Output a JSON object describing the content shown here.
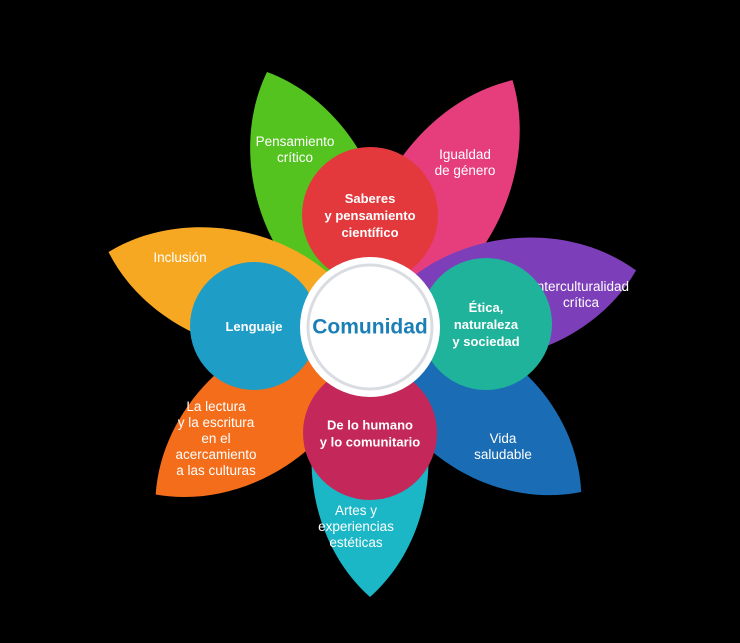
{
  "center": {
    "label": "Comunidad",
    "color": "#1b7fb7"
  },
  "petals": [
    {
      "id": "pensamiento",
      "lines": [
        "Pensamiento",
        "crítico"
      ],
      "color": "#54c31f"
    },
    {
      "id": "igualdad",
      "lines": [
        "Igualdad",
        "de género"
      ],
      "color": "#e63e7c"
    },
    {
      "id": "interculturalidad",
      "lines": [
        "Interculturalidad",
        "crítica"
      ],
      "color": "#7d3fb9"
    },
    {
      "id": "vida",
      "lines": [
        "Vida",
        "saludable"
      ],
      "color": "#1a6cb4"
    },
    {
      "id": "artes",
      "lines": [
        "Artes y",
        "experiencias",
        "estéticas"
      ],
      "color": "#1bb7c6"
    },
    {
      "id": "lectura",
      "lines": [
        "La lectura",
        "y la escritura",
        "en el",
        "acercamiento",
        "a las culturas"
      ],
      "color": "#f36d1a"
    },
    {
      "id": "inclusion",
      "lines": [
        "Inclusión"
      ],
      "color": "#f7a823"
    }
  ],
  "circles": [
    {
      "id": "saberes",
      "lines": [
        "Saberes",
        "y pensamiento",
        "científico"
      ],
      "color": "#e4393c"
    },
    {
      "id": "etica",
      "lines": [
        "Ética,",
        "naturaleza",
        "y sociedad"
      ],
      "color": "#1fb39c"
    },
    {
      "id": "humano",
      "lines": [
        "De lo humano",
        "y lo comunitario"
      ],
      "color": "#c4285a"
    },
    {
      "id": "lenguaje",
      "lines": [
        "Lenguaje"
      ],
      "color": "#1e9dc6"
    }
  ]
}
